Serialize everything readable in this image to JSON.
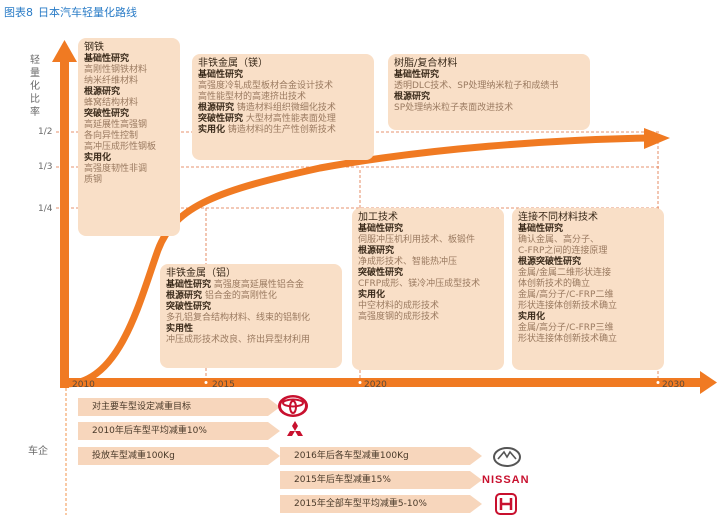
{
  "title": {
    "number": "图表8",
    "text": "日本汽车轻量化路线"
  },
  "y_axis_label": [
    "轻",
    "量",
    "化",
    "比",
    "率"
  ],
  "fractions": [
    "1/2",
    "1/3",
    "1/4"
  ],
  "years": [
    "2010",
    "2015",
    "2020",
    "2030"
  ],
  "row_label": "车企",
  "boxes": {
    "steel": {
      "heading": "钢铁",
      "lines": [
        {
          "t": "基础性研究",
          "s": true
        },
        {
          "t": "高刚性钢铁材料"
        },
        {
          "t": "纳米纤维材料"
        },
        {
          "t": "根源研究",
          "s": true
        },
        {
          "t": "蜂窝结构材料"
        },
        {
          "t": "突破性研究",
          "s": true
        },
        {
          "t": "高延展性高强钢"
        },
        {
          "t": "各向异性控制"
        },
        {
          "t": "高冲压成形性钢板"
        },
        {
          "t": "实用化",
          "s": true
        },
        {
          "t": "高强度韧性非调"
        },
        {
          "t": "质钢"
        }
      ]
    },
    "mg": {
      "heading": "非铁金属（镁）",
      "lines": [
        {
          "t": "基础性研究",
          "s": true
        },
        {
          "t": "高强度冷轧成型板材合金设计技术"
        },
        {
          "t": "高性能型材的高速挤出技术"
        },
        {
          "s": "根源研究",
          "r": "铸造材料组织微细化技术"
        },
        {
          "s": "突破性研究",
          "r": "大型材高性能表面处理"
        },
        {
          "s": "实用化",
          "r": "铸造材料的生产性创新技术"
        }
      ]
    },
    "resin": {
      "heading": "树脂/复合材料",
      "lines": [
        {
          "t": "基础性研究",
          "s": true
        },
        {
          "t": "透明DLC技术、SP处理纳米粒子和成绩书"
        },
        {
          "t": "根源研究",
          "s": true
        },
        {
          "t": "SP处理纳米粒子表面改进技术"
        }
      ]
    },
    "al": {
      "heading": "非铁金属（铝）",
      "lines": [
        {
          "s": "基础性研究",
          "r": "高强度高延展性铝合金"
        },
        {
          "s": "根源研究",
          "r": "铝合金的高刚性化"
        },
        {
          "t": "突破性研究",
          "s": true
        },
        {
          "t": "多孔铝复合结构材料、线束的铝制化"
        },
        {
          "t": "实用性",
          "s": true
        },
        {
          "t": "冲压成形技术改良、挤出异型材利用"
        }
      ]
    },
    "process": {
      "heading": "加工技术",
      "lines": [
        {
          "t": "基础性研究",
          "s": true
        },
        {
          "t": "伺服冲压机利用技术、板锻件"
        },
        {
          "t": "根源研究",
          "s": true
        },
        {
          "t": "净成形技术、智能热冲压"
        },
        {
          "t": "突破性研究",
          "s": true
        },
        {
          "t": "CFRP成形、镁冷冲压成型技术"
        },
        {
          "t": "实用化",
          "s": true
        },
        {
          "t": "中空材料的成形技术"
        },
        {
          "t": "高强度钢的成形技术"
        }
      ]
    },
    "join": {
      "heading": "连接不同材料技术",
      "lines": [
        {
          "t": "基础性研究",
          "s": true
        },
        {
          "t": "确认金属、高分子、"
        },
        {
          "t": "C-FRP之间的连接原理"
        },
        {
          "t": "根源突破性研究",
          "s": true
        },
        {
          "t": "金属/金属二维形状连接"
        },
        {
          "t": "体创新技术的确立"
        },
        {
          "t": "金属/高分子/C-FRP二维"
        },
        {
          "t": "形状连接体创新技术确立"
        },
        {
          "t": "实用化",
          "s": true
        },
        {
          "t": "金属/高分子/C-FRP三维"
        },
        {
          "t": "形状连接体创新技术确立"
        }
      ]
    }
  },
  "bars": [
    "对主要车型设定减重目标",
    "2010年后车型平均减重10%",
    "投放车型减重100Kg",
    "2016年后各车型减重100Kg",
    "2015年后车型减重15%",
    "2015年全部车型平均减重5-10%"
  ],
  "logos": {
    "nissan": "NISSAN"
  },
  "colors": {
    "accent": "#f07a22",
    "box": "#f9dfc7",
    "bar": "#f7d6bc",
    "title": "#2a7cc7"
  }
}
